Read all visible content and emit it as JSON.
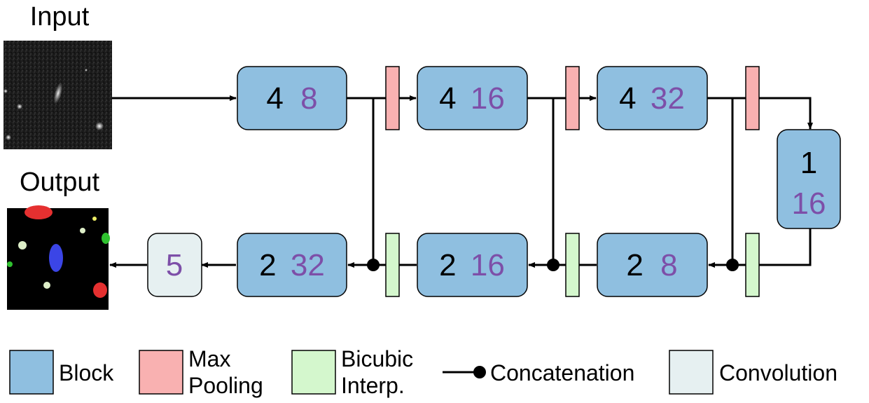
{
  "labels": {
    "input": "Input",
    "output": "Output"
  },
  "blocks": {
    "enc1": {
      "depth": "4",
      "filters": "8"
    },
    "enc2": {
      "depth": "4",
      "filters": "16"
    },
    "enc3": {
      "depth": "4",
      "filters": "32"
    },
    "bottleneck": {
      "depth": "1",
      "filters": "16"
    },
    "dec3": {
      "depth": "2",
      "filters": "8"
    },
    "dec2": {
      "depth": "2",
      "filters": "16"
    },
    "dec1": {
      "depth": "2",
      "filters": "32"
    }
  },
  "conv": {
    "value": "5"
  },
  "legend": {
    "block": "Block",
    "maxpool_line1": "Max",
    "maxpool_line2": "Pooling",
    "bicubic_line1": "Bicubic",
    "bicubic_line2": "Interp.",
    "concat": "Concatenation",
    "conv": "Convolution"
  },
  "colors": {
    "block_fill": "#8fbfe0",
    "maxpool_fill": "#f9b1b1",
    "bicubic_fill": "#d4f7cd",
    "conv_fill": "#e6f0f1",
    "filters_text": "#7d4fa8",
    "line": "#000000"
  }
}
